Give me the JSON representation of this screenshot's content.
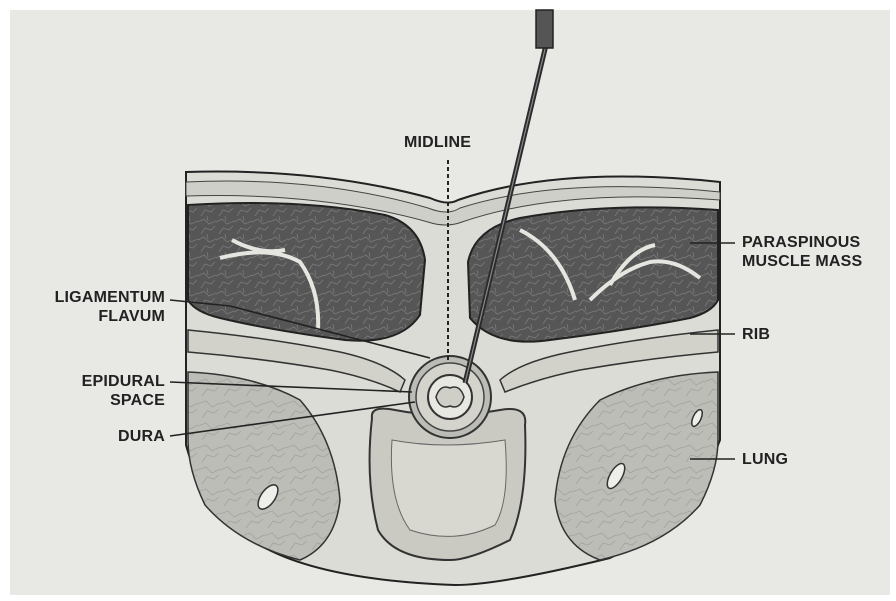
{
  "labels": {
    "midline": "MIDLINE",
    "ligamentum_flavum": "LIGAMENTUM\nFLAVUM",
    "epidural_space": "EPIDURAL\nSPACE",
    "dura": "DURA",
    "paraspinous": "PARASPINOUS\nMUSCLE MASS",
    "rib": "RIB",
    "lung": "LUNG"
  },
  "colors": {
    "background": "#ffffff",
    "panel": "#e6e6e3",
    "muscle": "#565656",
    "tissue": "#dcdcd6",
    "bone": "#c8c8c2",
    "lung": "#b9b9b4",
    "line": "#1e1e1e",
    "needle": "#333333"
  }
}
